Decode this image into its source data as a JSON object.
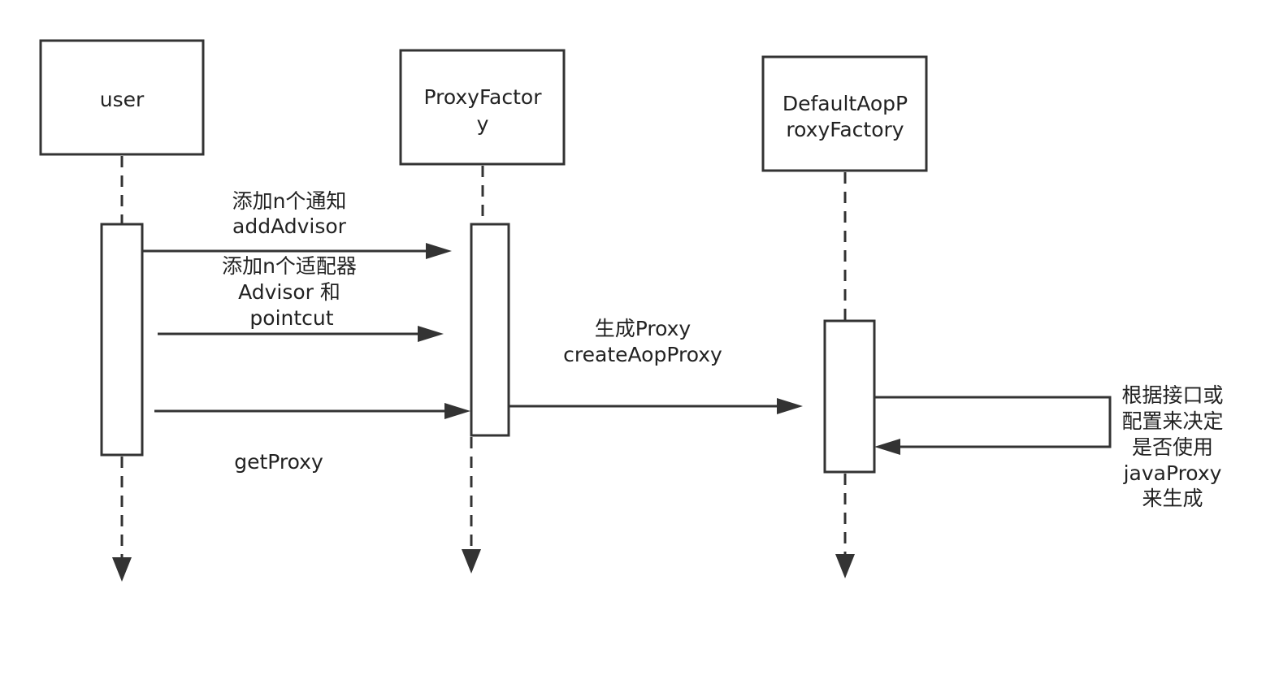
{
  "participants": [
    {
      "id": "user",
      "lines": [
        "user"
      ]
    },
    {
      "id": "proxy_factory",
      "lines": [
        "ProxyFactor",
        "y"
      ]
    },
    {
      "id": "default_aop_proxy_factory",
      "lines": [
        "DefaultAopP",
        "roxyFactory"
      ]
    }
  ],
  "messages": [
    {
      "id": "add_advisor",
      "lines": [
        "添加n个通知",
        "addAdvisor"
      ]
    },
    {
      "id": "add_adapter",
      "lines": [
        "添加n个适配器",
        "Advisor 和",
        "pointcut"
      ]
    },
    {
      "id": "create_aop_proxy",
      "lines": [
        "生成Proxy",
        "createAopProxy"
      ]
    },
    {
      "id": "get_proxy",
      "lines": [
        "getProxy"
      ]
    },
    {
      "id": "self_decide",
      "lines": [
        "根据接口或",
        "配置来决定",
        "是否使用",
        "javaProxy",
        "来生成"
      ]
    }
  ]
}
